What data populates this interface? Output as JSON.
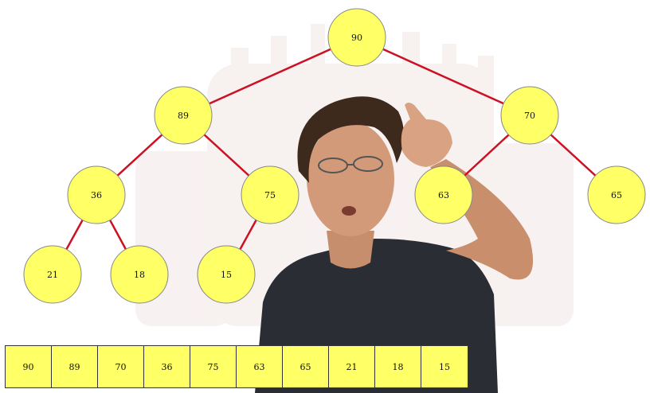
{
  "tree": {
    "nodes": [
      {
        "id": "n0",
        "value": "90"
      },
      {
        "id": "n1",
        "value": "89"
      },
      {
        "id": "n2",
        "value": "70"
      },
      {
        "id": "n3",
        "value": "36"
      },
      {
        "id": "n4",
        "value": "75"
      },
      {
        "id": "n5",
        "value": "63"
      },
      {
        "id": "n6",
        "value": "65"
      },
      {
        "id": "n7",
        "value": "21"
      },
      {
        "id": "n8",
        "value": "18"
      },
      {
        "id": "n9",
        "value": "15"
      }
    ],
    "edges": [
      [
        "n0",
        "n1"
      ],
      [
        "n0",
        "n2"
      ],
      [
        "n1",
        "n3"
      ],
      [
        "n1",
        "n4"
      ],
      [
        "n2",
        "n5"
      ],
      [
        "n2",
        "n6"
      ],
      [
        "n3",
        "n7"
      ],
      [
        "n3",
        "n8"
      ],
      [
        "n4",
        "n9"
      ]
    ]
  },
  "array": {
    "values": [
      "90",
      "89",
      "70",
      "36",
      "75",
      "63",
      "65",
      "21",
      "18",
      "15"
    ]
  },
  "colors": {
    "node_fill": "#ffff66",
    "node_stroke": "#888888",
    "edge": "#cc1122",
    "cell_fill": "#ffff66"
  },
  "presenter": {
    "description_icon": "person-photo"
  }
}
